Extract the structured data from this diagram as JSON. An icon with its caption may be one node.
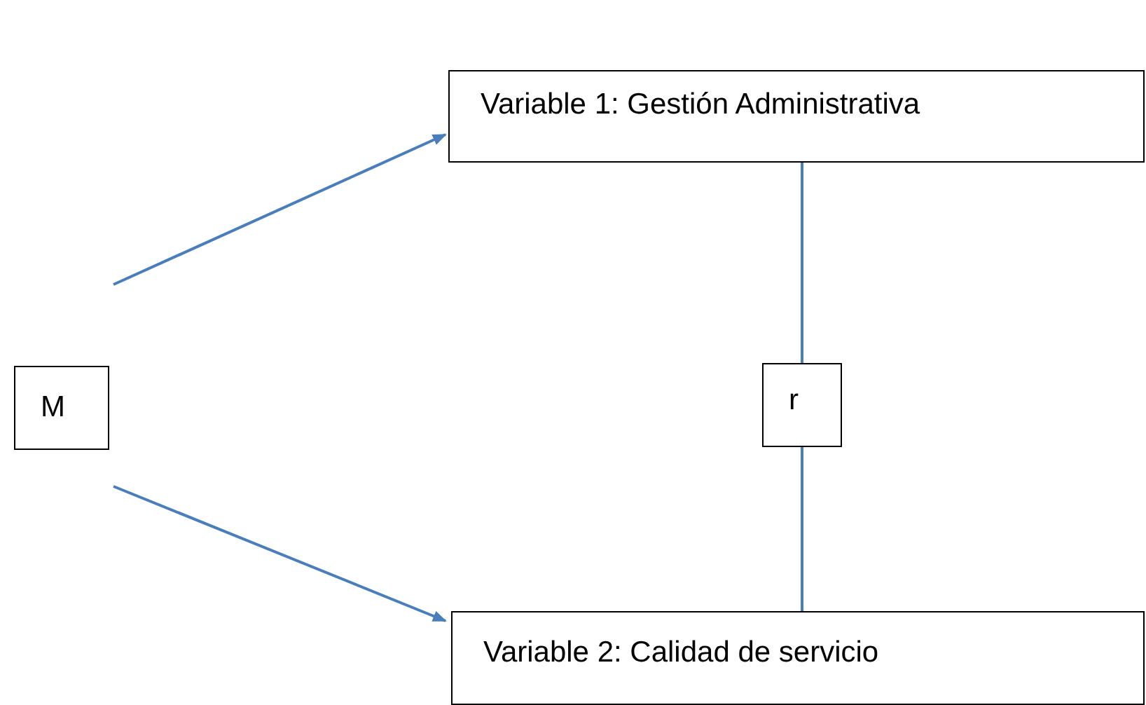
{
  "diagram": {
    "nodes": [
      {
        "text": [
          "Variable 1: Gestión Administrativa"
        ]
      },
      {
        "text": [
          "M"
        ]
      },
      {
        "text": [
          "r"
        ]
      },
      {
        "text": [
          "Variable 2: Calidad de servicio"
        ]
      }
    ],
    "edges": [
      {
        "from": 1,
        "to": 0,
        "arrow": "to"
      },
      {
        "from": 1,
        "to": 3,
        "arrow": "to"
      },
      {
        "from": 0,
        "to": 2,
        "arrow": "none"
      },
      {
        "from": 2,
        "to": 3,
        "arrow": "none"
      }
    ]
  }
}
